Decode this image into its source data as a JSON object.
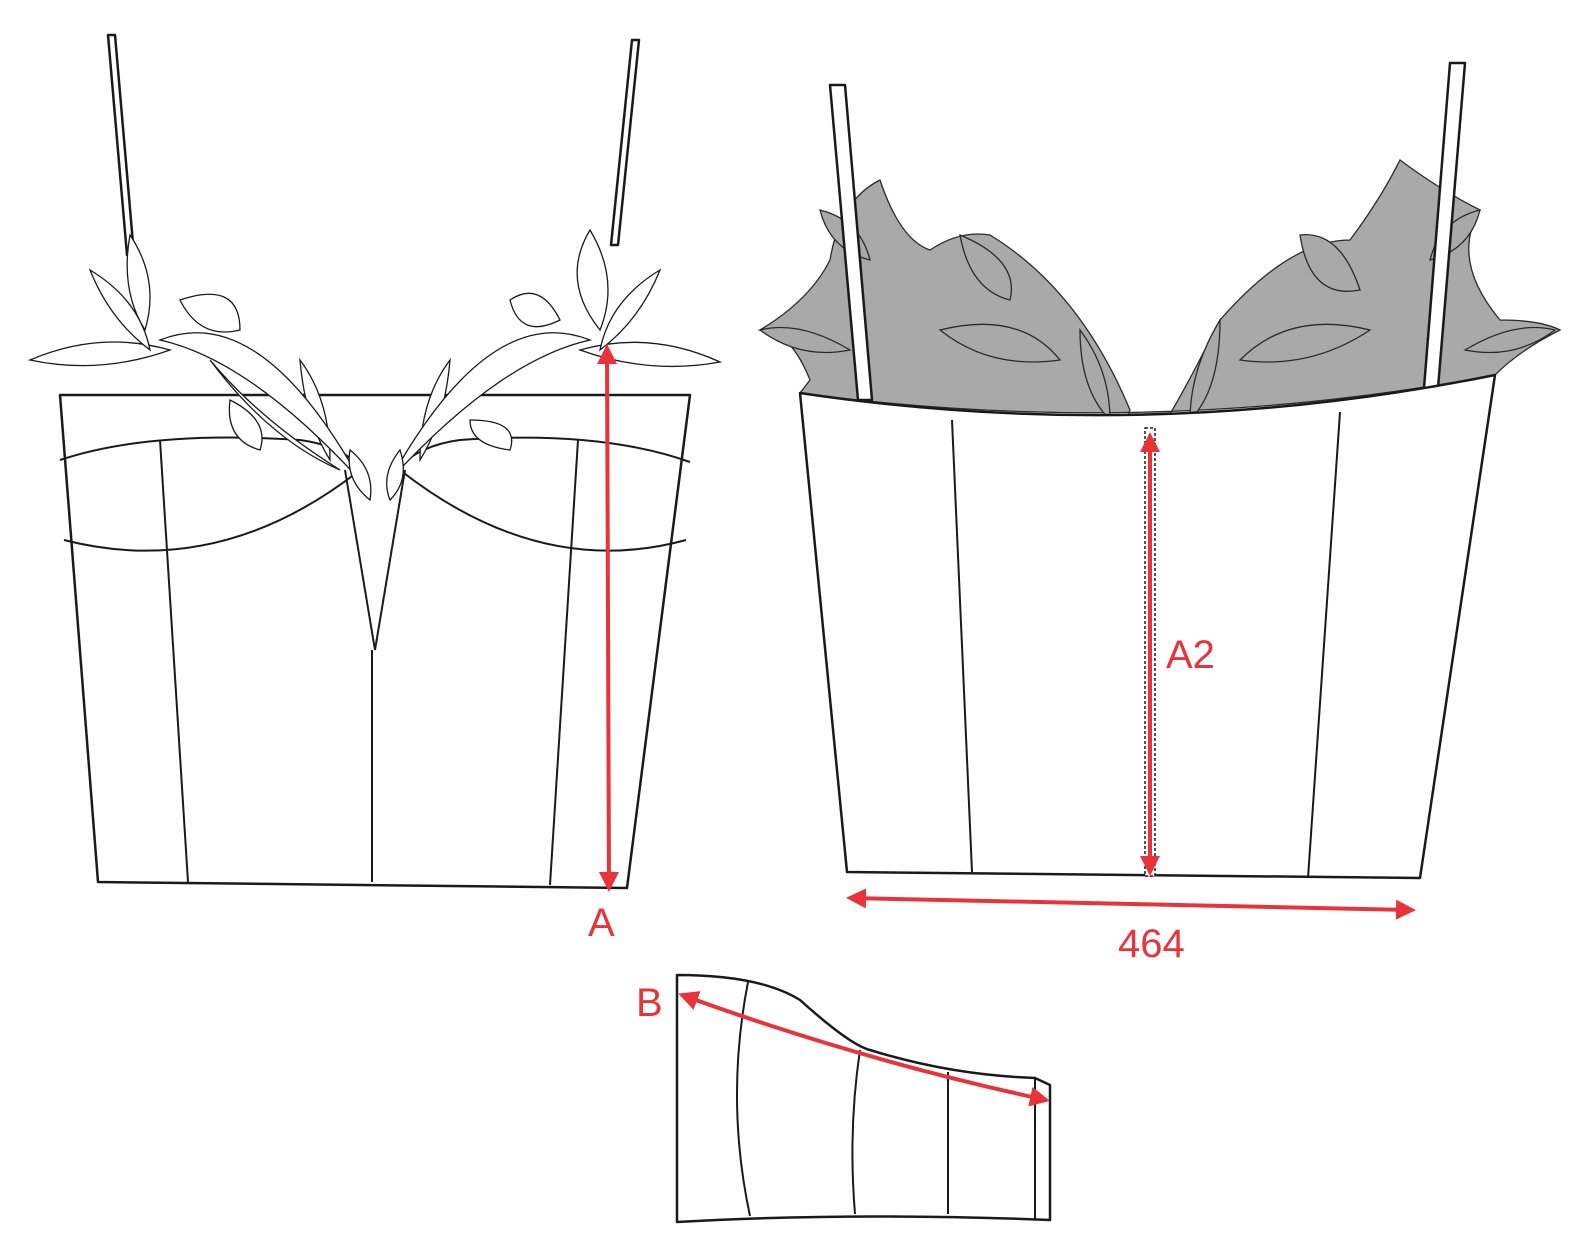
{
  "colors": {
    "measure": "#e8333a",
    "lace_back": "#a9a9a9",
    "line": "#1a1a1a"
  },
  "labels": {
    "front_length": "A",
    "back_length": "A2",
    "back_width": "464",
    "cup_arc": "B"
  }
}
